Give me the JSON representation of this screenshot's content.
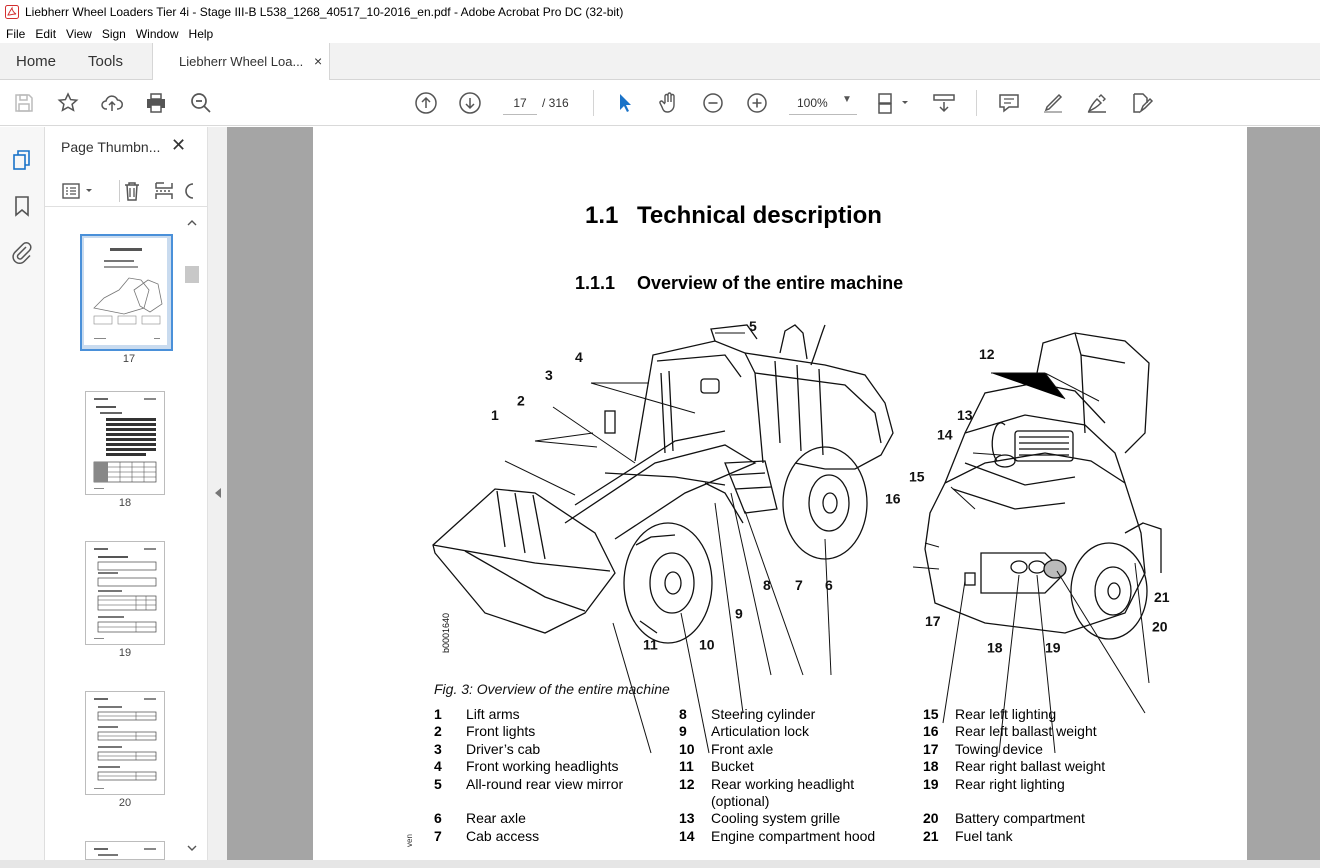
{
  "window": {
    "title": "Liebherr Wheel Loaders Tier 4i - Stage III-B L538_1268_40517_10-2016_en.pdf - Adobe Acrobat Pro DC (32-bit)"
  },
  "menu": [
    "File",
    "Edit",
    "View",
    "Sign",
    "Window",
    "Help"
  ],
  "tabs": {
    "home": "Home",
    "tools": "Tools",
    "document": "Liebherr Wheel Loa...",
    "close": "×"
  },
  "toolbar": {
    "current_page": "17",
    "total_pages": "/ 316",
    "zoom": "100%",
    "icons": [
      "save-icon",
      "bookmark-star-icon",
      "upload-icon",
      "print-icon",
      "zoom-search-icon",
      "previous-page-icon",
      "next-page-icon",
      "select-cursor-icon",
      "hand-icon",
      "zoom-out-icon",
      "zoom-in-icon",
      "page-fit-icon",
      "scroll-mode-icon",
      "comment-icon",
      "highlight-icon",
      "sign-icon",
      "edit-pdf-icon"
    ]
  },
  "sidebar": {
    "panel_title": "Page Thumbn...",
    "close": "✕",
    "thumbnails": [
      {
        "label": "17",
        "selected": true
      },
      {
        "label": "18",
        "selected": false
      },
      {
        "label": "19",
        "selected": false
      },
      {
        "label": "20",
        "selected": false
      }
    ]
  },
  "page": {
    "heading1_num": "1.1",
    "heading1_text": "Technical description",
    "heading2_num": "1.1.1",
    "heading2_text": "Overview of the entire machine",
    "figure_code": "b0001640",
    "callouts_left": [
      "1",
      "2",
      "3",
      "4",
      "5",
      "6",
      "7",
      "8",
      "9",
      "10",
      "11"
    ],
    "callouts_right": [
      "12",
      "13",
      "14",
      "15",
      "16",
      "17",
      "18",
      "19",
      "20",
      "21"
    ],
    "caption": "Fig. 3: Overview of the entire machine",
    "legend": [
      [
        {
          "n": "1",
          "t": "Lift arms"
        },
        {
          "n": "2",
          "t": "Front lights"
        },
        {
          "n": "3",
          "t": "Driver’s cab"
        },
        {
          "n": "4",
          "t": "Front working headlights"
        },
        {
          "n": "5",
          "t": "All-round rear view mirror"
        },
        {
          "n": "",
          "t": ""
        },
        {
          "n": "6",
          "t": "Rear axle"
        },
        {
          "n": "7",
          "t": "Cab access"
        }
      ],
      [
        {
          "n": "8",
          "t": "Steering cylinder"
        },
        {
          "n": "9",
          "t": "Articulation lock"
        },
        {
          "n": "10",
          "t": "Front axle"
        },
        {
          "n": "11",
          "t": "Bucket"
        },
        {
          "n": "12",
          "t": "Rear working headlight"
        },
        {
          "n": "",
          "t": "(optional)"
        },
        {
          "n": "13",
          "t": "Cooling system grille"
        },
        {
          "n": "14",
          "t": "Engine compartment hood"
        }
      ],
      [
        {
          "n": "15",
          "t": "Rear left lighting"
        },
        {
          "n": "16",
          "t": "Rear left ballast weight"
        },
        {
          "n": "17",
          "t": "Towing device"
        },
        {
          "n": "18",
          "t": "Rear right ballast weight"
        },
        {
          "n": "19",
          "t": "Rear right lighting"
        },
        {
          "n": "",
          "t": ""
        },
        {
          "n": "20",
          "t": "Battery compartment"
        },
        {
          "n": "21",
          "t": "Fuel tank"
        }
      ]
    ],
    "side_fragment": "ven"
  }
}
